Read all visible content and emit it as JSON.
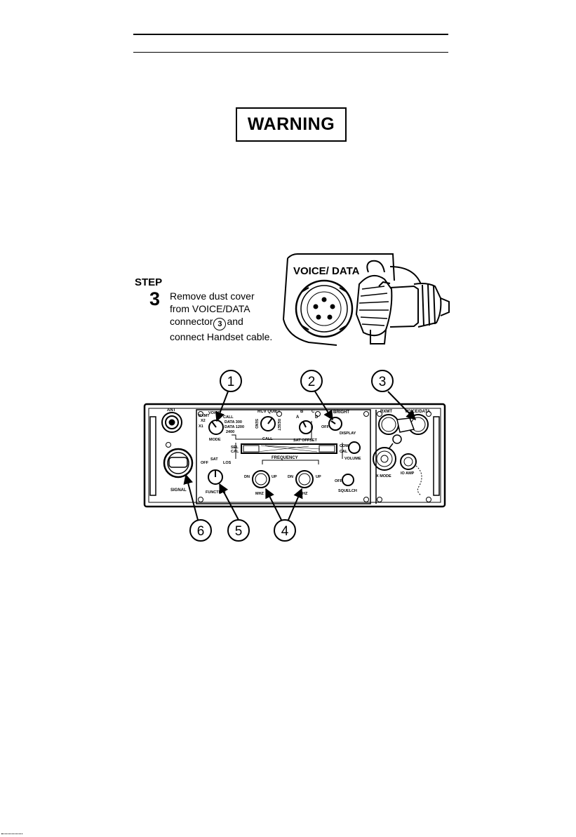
{
  "warning": {
    "label": "WARNING"
  },
  "step": {
    "label": "STEP",
    "number": "3",
    "line1": "Remove dust cover",
    "line2": "from VOICE/DATA",
    "line3_before": "connector",
    "line3_ref": "3",
    "line3_after": "and",
    "line4": "connect Handset cable."
  },
  "inset": {
    "label": "VOICE/ DATA"
  },
  "callouts": [
    "1",
    "2",
    "3",
    "4",
    "5",
    "6"
  ],
  "panel": {
    "ant": "ANT",
    "signal": "SIGNAL",
    "mode_label": "MODE",
    "mode_voice": "VOICE",
    "mode_call": "CALL",
    "mode_rxmt": "RXMT",
    "mode_x2": "X2",
    "mode_x1": "X1",
    "mode_data300": "DATA 300",
    "mode_data1200": "DATA 1200",
    "mode_2400": "2400",
    "rcv_quiet": "RCV QUIET",
    "call": "CALL",
    "send": "SEND",
    "reset": "RESET",
    "sat_offset": "SAT OFFSET",
    "sat_a": "A",
    "sat_b": "B",
    "sat_c": "C",
    "sat_d": "D",
    "bright": "BRIGHT",
    "off": "OFF",
    "display": "DISPLAY",
    "volume": "VOLUME",
    "squelch": "SQUELCH",
    "sel_cal": "SEL CAL",
    "com_cal": "COM CAL",
    "frequency": "FREQUENCY",
    "dn": "DN",
    "up": "UP",
    "mhz": "MHZ",
    "khz": "KHZ",
    "func_off": "OFF",
    "func_sat": "SAT",
    "func_los": "LOS",
    "function": "FUNCTION",
    "rxmt_conn": "RXMT",
    "voice_data_conn": "VOICE/DATA",
    "x_mode": "X MODE",
    "io_amp": "IO AMP"
  }
}
